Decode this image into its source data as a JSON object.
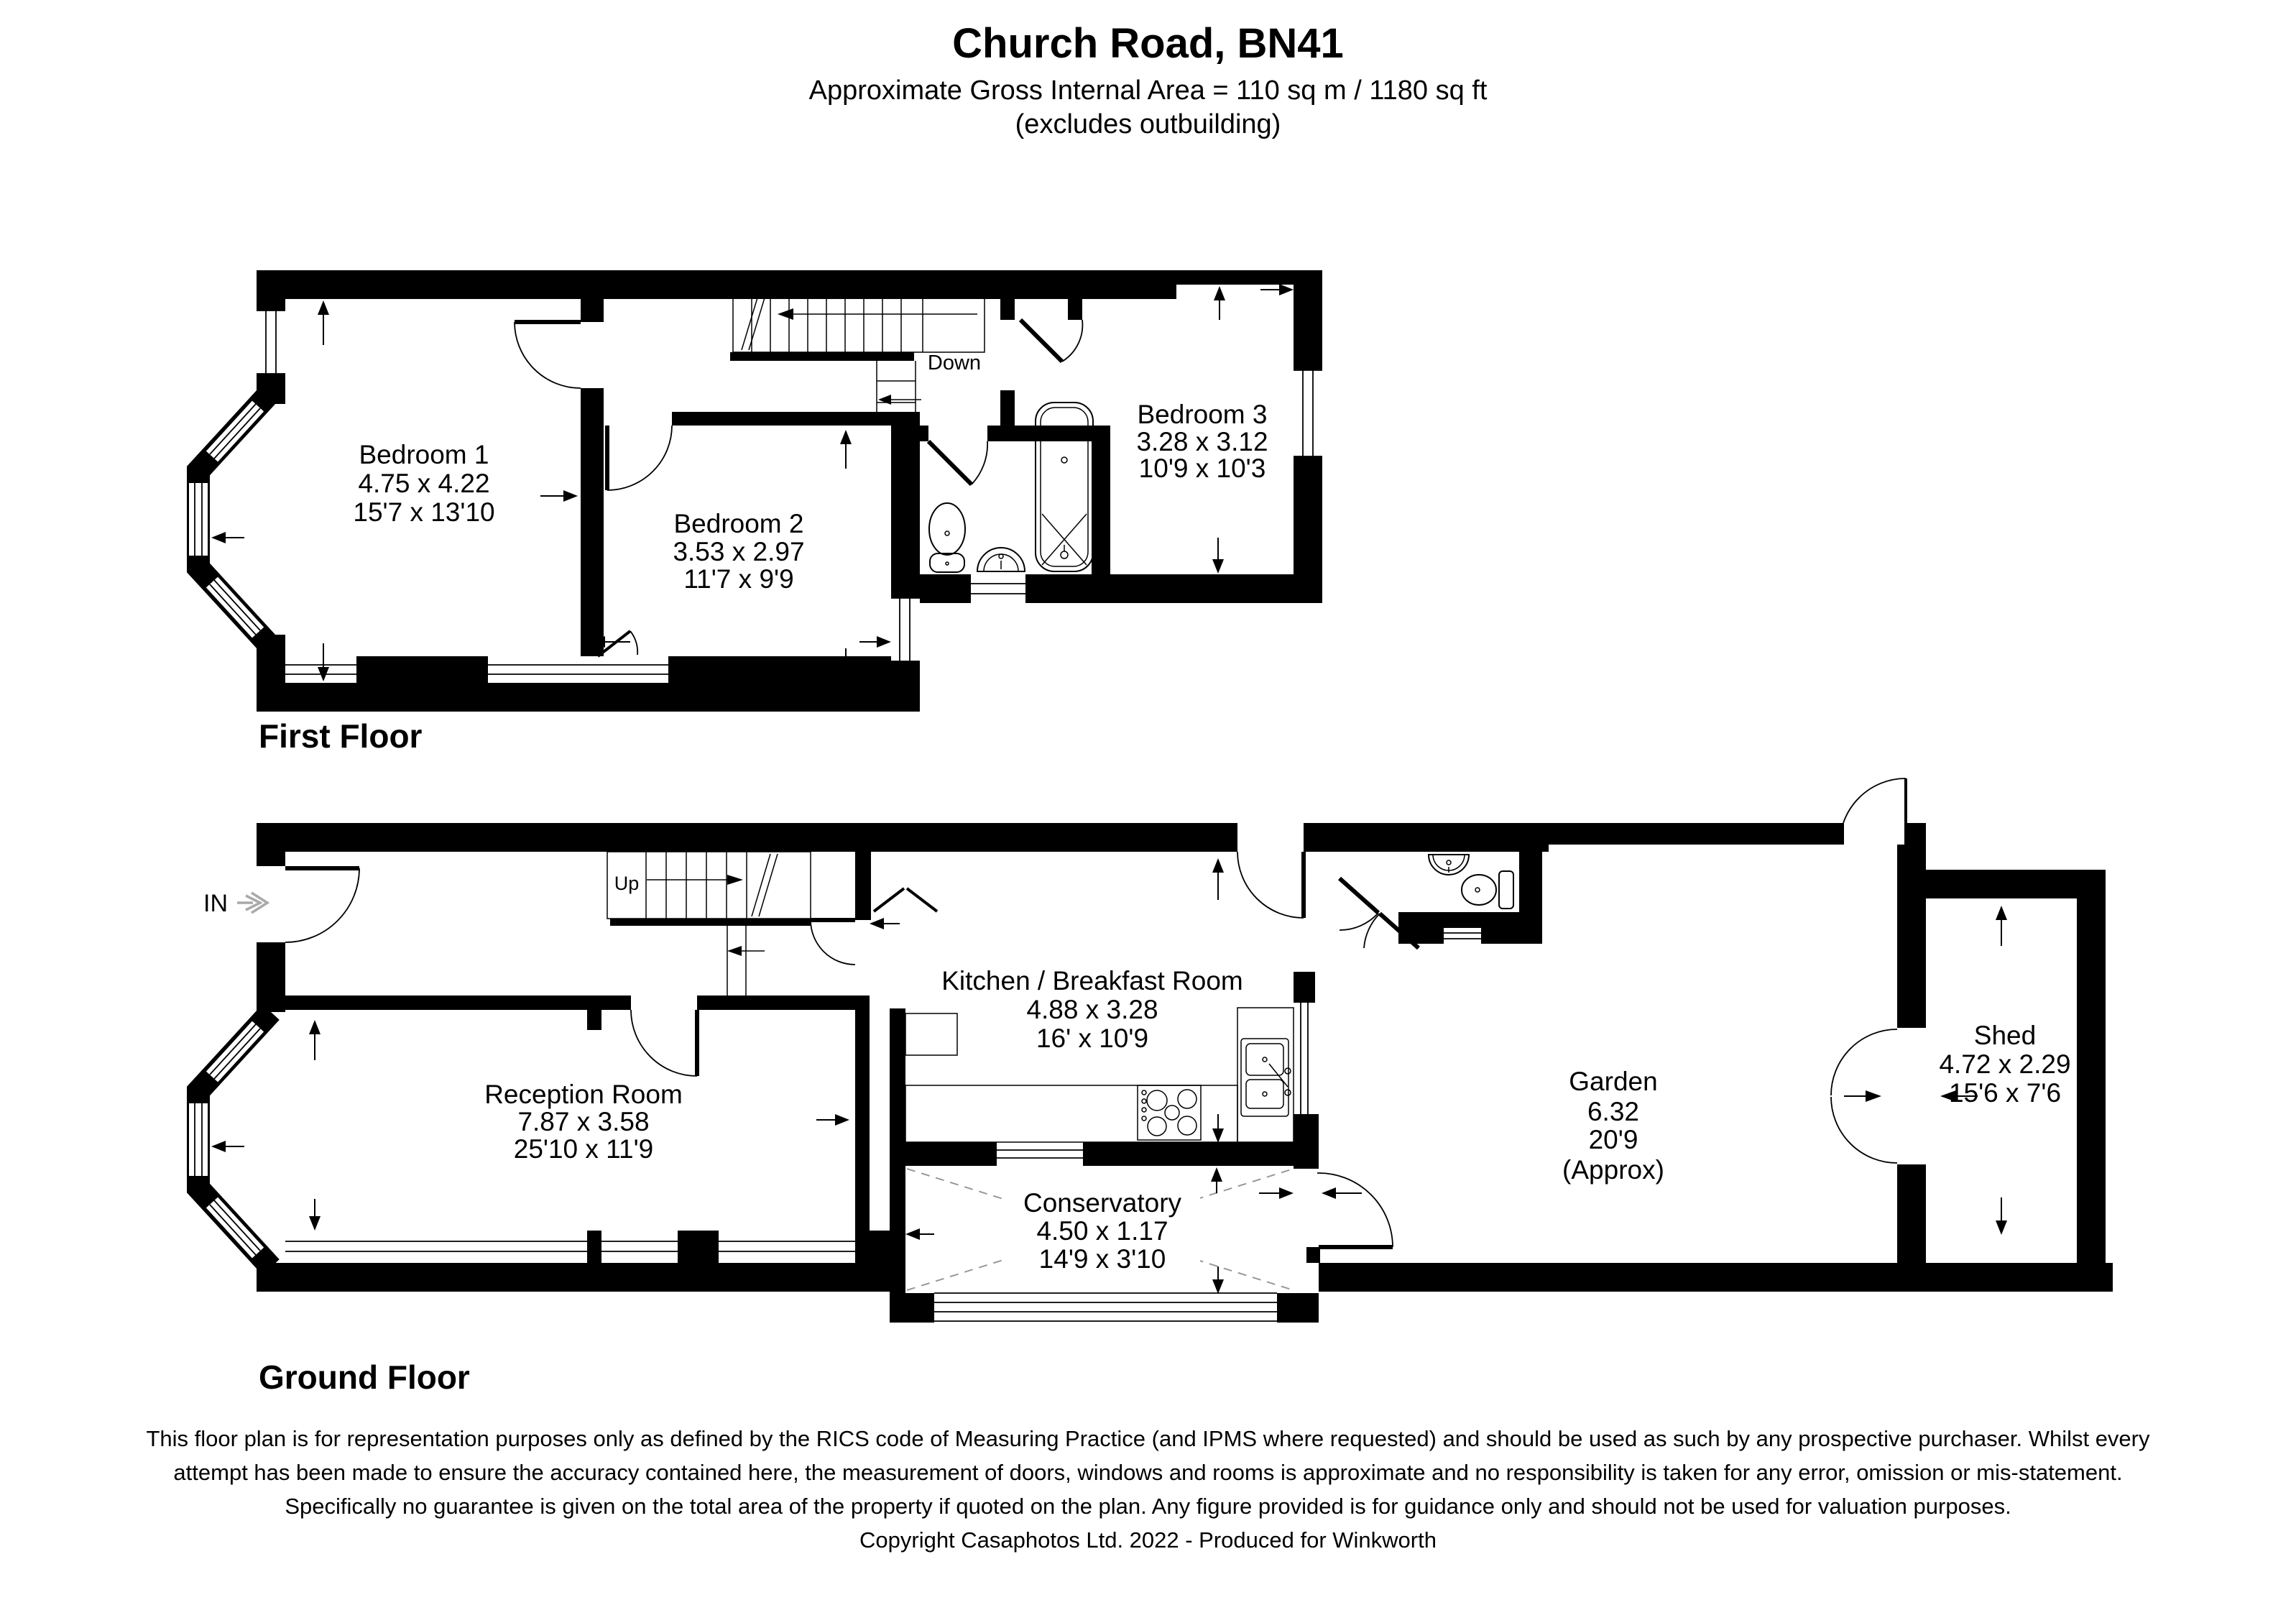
{
  "header": {
    "title": "Church Road, BN41",
    "subtitle": "Approximate Gross Internal Area = 110 sq m / 1180 sq ft",
    "note": "(excludes outbuilding)"
  },
  "first_floor": {
    "label": "First Floor",
    "stair_label": "Down",
    "rooms": [
      {
        "name": "Bedroom 1",
        "metric": "4.75 x 4.22",
        "imperial": "15'7 x 13'10"
      },
      {
        "name": "Bedroom 2",
        "metric": "3.53 x 2.97",
        "imperial": "11'7 x 9'9"
      },
      {
        "name": "Bedroom 3",
        "metric": "3.28 x 3.12",
        "imperial": "10'9 x 10'3"
      }
    ]
  },
  "ground_floor": {
    "label": "Ground Floor",
    "entry_label": "IN",
    "stair_label": "Up",
    "rooms": [
      {
        "name": "Reception Room",
        "metric": "7.87 x 3.58",
        "imperial": "25'10 x 11'9"
      },
      {
        "name": "Kitchen / Breakfast Room",
        "metric": "4.88 x 3.28",
        "imperial": "16' x 10'9"
      },
      {
        "name": "Conservatory",
        "metric": "4.50 x 1.17",
        "imperial": "14'9 x 3'10"
      },
      {
        "name": "Garden",
        "metric": "6.32",
        "imperial": "20'9",
        "note": "(Approx)"
      },
      {
        "name": "Shed",
        "metric": "4.72 x 2.29",
        "imperial": "15'6 x 7'6"
      }
    ]
  },
  "footer": {
    "disclaimer": "This floor plan is for representation purposes only as defined by the RICS code of Measuring Practice (and IPMS where requested) and should be used as such by any prospective purchaser. Whilst every attempt has been made to ensure the accuracy contained here, the measurement of doors, windows and rooms is approximate and no responsibility is taken for any error, omission or mis-statement. Specifically no guarantee is given on the total area of the property if quoted on the plan. Any figure provided is for guidance only and should not be used for valuation purposes.",
    "copyright": "Copyright Casaphotos Ltd. 2022 - Produced for Winkworth"
  }
}
